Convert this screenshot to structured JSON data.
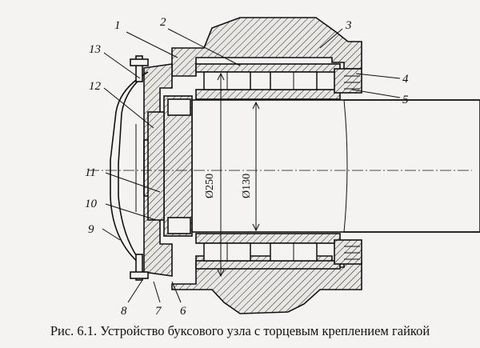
{
  "caption": "Рис. 6.1. Устройство буксового узла с торцевым креплением гайкой",
  "dimensions": {
    "outer_diameter": "Ø250",
    "inner_diameter": "Ø130"
  },
  "callouts": {
    "c1": "1",
    "c2": "2",
    "c3": "3",
    "c4": "4",
    "c5": "5",
    "c6": "6",
    "c7": "7",
    "c8": "8",
    "c9": "9",
    "c10": "10",
    "c11": "11",
    "c12": "12",
    "c13": "13"
  }
}
